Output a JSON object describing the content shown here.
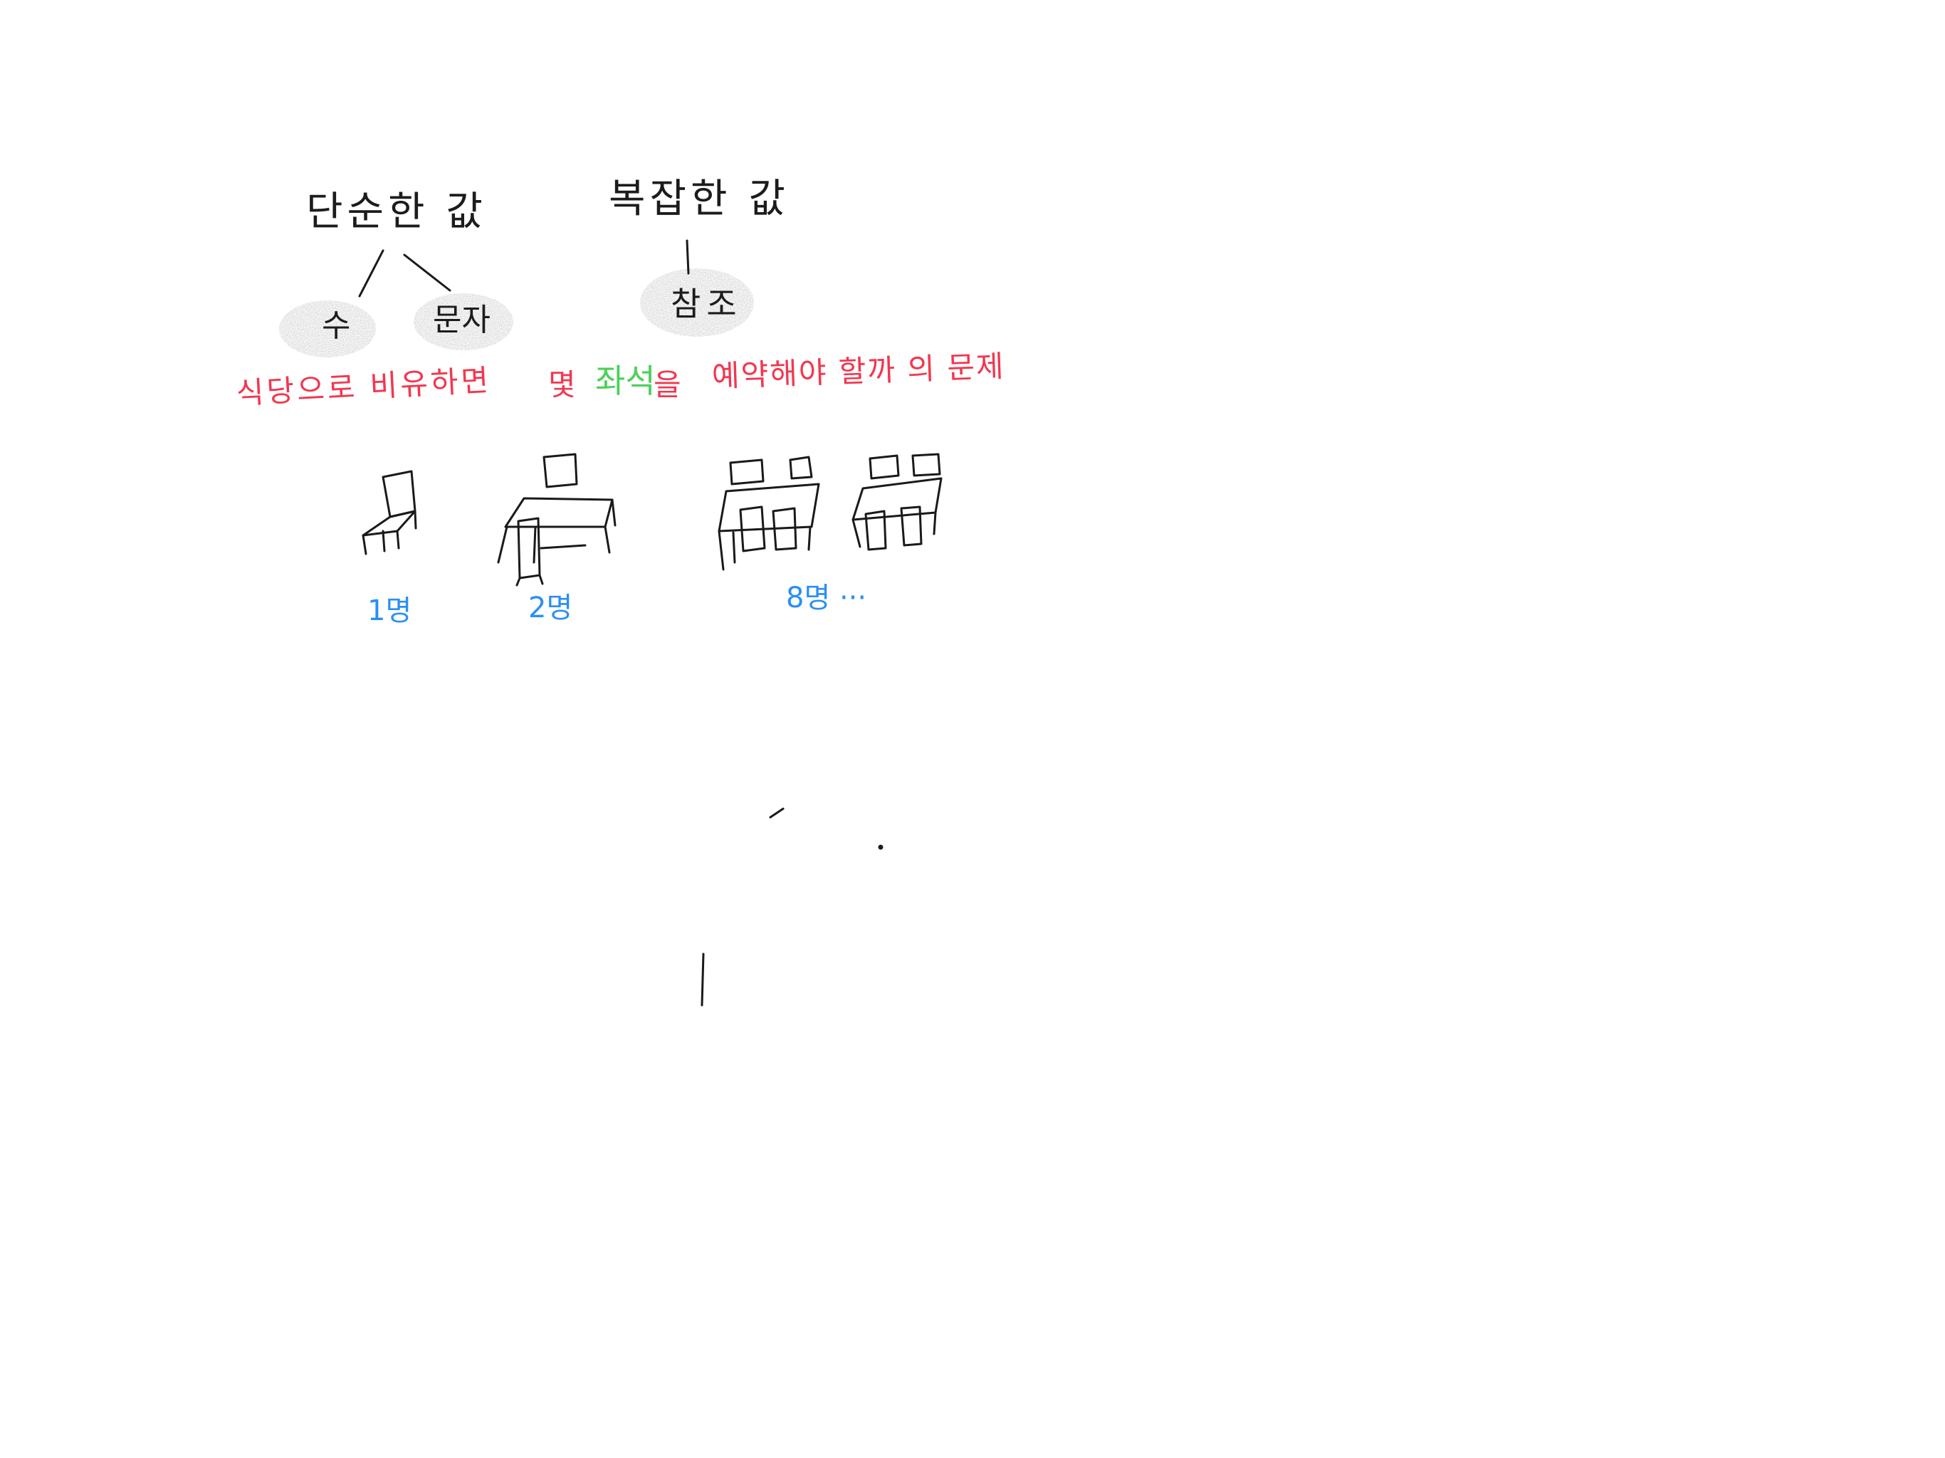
{
  "heading_simple": "단순한 값",
  "heading_complex": "복잡한 값",
  "bubbles": {
    "number": "수",
    "string": "문자",
    "reference": "참조"
  },
  "analogy": {
    "part1": "식당으로 비유하면",
    "part2": "몇",
    "part3": "좌석",
    "part4": "을",
    "part5": "예약해야 할까 의 문제"
  },
  "seat_labels": {
    "one": "1명",
    "two": "2명",
    "eight": "8명 ···"
  },
  "colors": {
    "ink": "#1c1c1c",
    "red": "#f2374f",
    "green": "#4bd15a",
    "blue": "#2b8ff2"
  }
}
